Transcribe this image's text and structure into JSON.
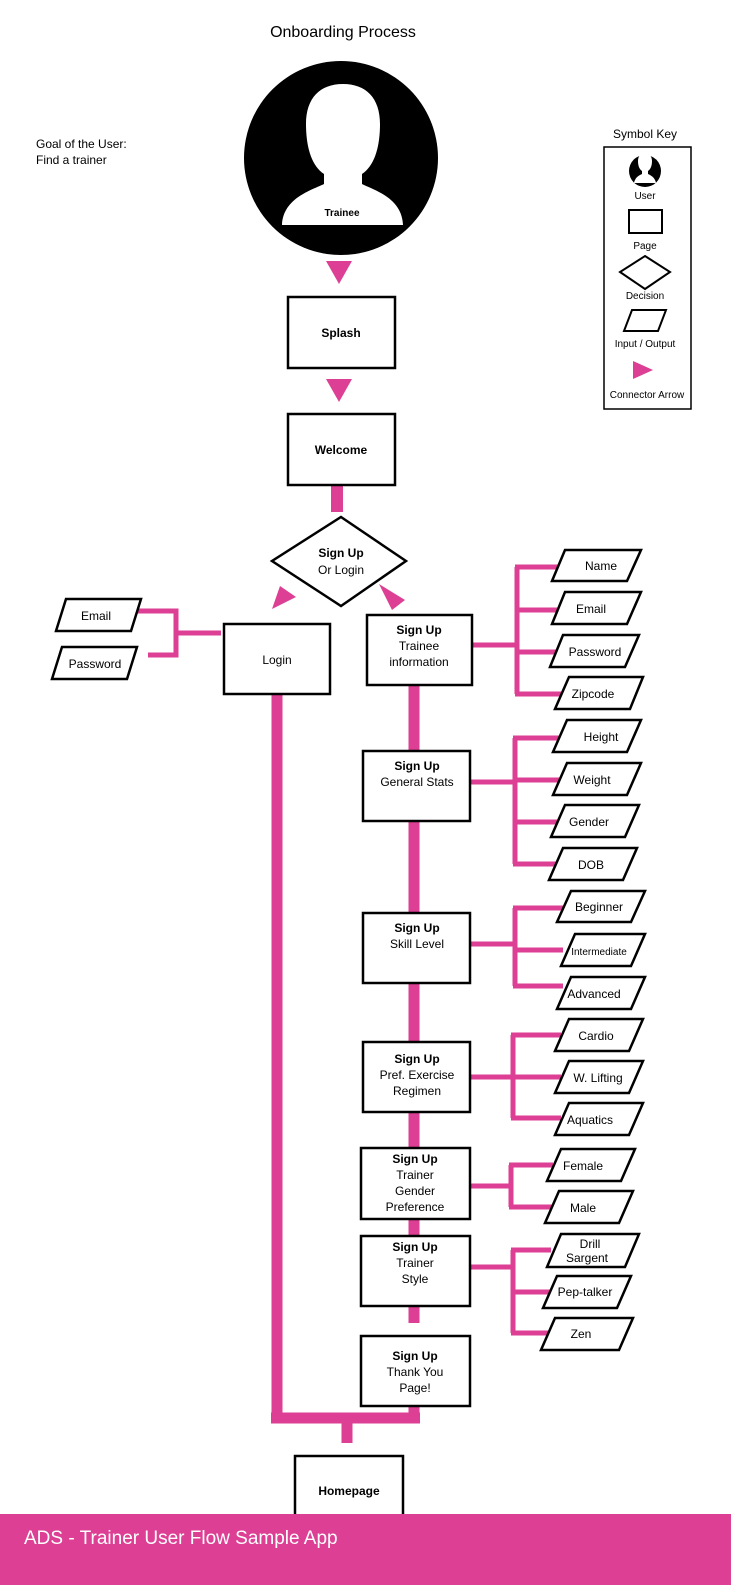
{
  "title": "Onboarding Process",
  "goal": {
    "line1": "Goal of the User:",
    "line2": "Find a trainer"
  },
  "user_label": "Trainee",
  "key": {
    "title": "Symbol Key",
    "user": "User",
    "page": "Page",
    "decision": "Decision",
    "io": "Input / Output",
    "arrow": "Connector Arrow"
  },
  "nodes": {
    "splash": "Splash",
    "welcome": "Welcome",
    "decision": {
      "bold": "Sign Up",
      "line2": "Or Login"
    },
    "login": "Login",
    "trainee_info": {
      "bold": "Sign Up",
      "lines": [
        "Trainee",
        "information"
      ]
    },
    "general_stats": {
      "bold": "Sign Up",
      "lines": [
        "General Stats"
      ]
    },
    "skill_level": {
      "bold": "Sign Up",
      "lines": [
        "Skill Level"
      ]
    },
    "pref_exercise": {
      "bold": "Sign Up",
      "lines": [
        "Pref. Exercise",
        "Regimen"
      ]
    },
    "gender_pref": {
      "bold": "Sign Up",
      "lines": [
        "Trainer",
        "Gender",
        "Preference"
      ]
    },
    "trainer_style": {
      "bold": "Sign Up",
      "lines": [
        "Trainer",
        "Style"
      ]
    },
    "thank_you": {
      "bold": "Sign Up",
      "lines": [
        "Thank You",
        "Page!"
      ]
    },
    "homepage": "Homepage"
  },
  "io": {
    "login_fields": [
      "Email",
      "Password"
    ],
    "trainee_info": [
      "Name",
      "Email",
      "Password",
      "Zipcode"
    ],
    "general_stats": [
      "Height",
      "Weight",
      "Gender",
      "DOB"
    ],
    "skill_level": [
      "Beginner",
      "Intermediate",
      "Advanced"
    ],
    "pref_exercise": [
      "Cardio",
      "W. Lifting",
      "Aquatics"
    ],
    "gender_pref": [
      "Female",
      "Male"
    ],
    "trainer_style": [
      "Drill Sargent",
      "Pep-talker",
      "Zen"
    ]
  },
  "footer": "ADS - Trainer User Flow Sample App",
  "colors": {
    "accent": "#dc3f93",
    "ink": "#000000",
    "paper": "#ffffff"
  }
}
